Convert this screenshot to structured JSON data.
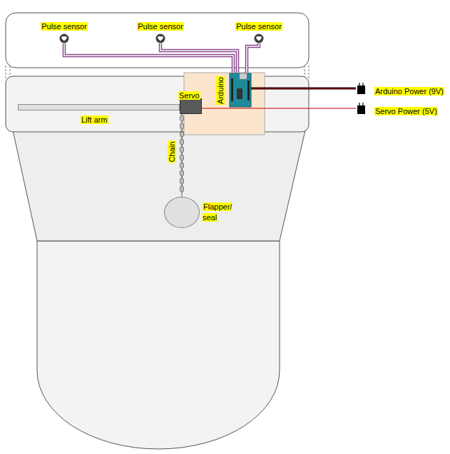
{
  "diagram": {
    "nodes": [
      {
        "text": [
          "Pulse sensor"
        ]
      },
      {
        "text": [
          "Pulse sensor"
        ]
      },
      {
        "text": [
          "Pulse sensor"
        ]
      },
      {
        "text": [
          "Servo"
        ]
      },
      {
        "text": [
          "Arduino"
        ]
      },
      {
        "text": [
          "Arduino Power (9V)"
        ]
      },
      {
        "text": [
          "Lift arm"
        ]
      },
      {
        "text": [
          "Servo Power (5V)"
        ]
      },
      {
        "text": [
          "Flapper/ seal"
        ]
      }
    ],
    "edges": [
      {
        "from": 0,
        "to": 4,
        "arrow": "none"
      },
      {
        "from": 1,
        "to": 4,
        "arrow": "none"
      },
      {
        "from": 2,
        "to": 4,
        "arrow": "none"
      },
      {
        "from": 4,
        "to": 5,
        "arrow": "none"
      },
      {
        "from": 3,
        "to": 7,
        "arrow": "none"
      },
      {
        "from": 3,
        "to": 8,
        "label": "Chain",
        "arrow": "none"
      }
    ]
  }
}
